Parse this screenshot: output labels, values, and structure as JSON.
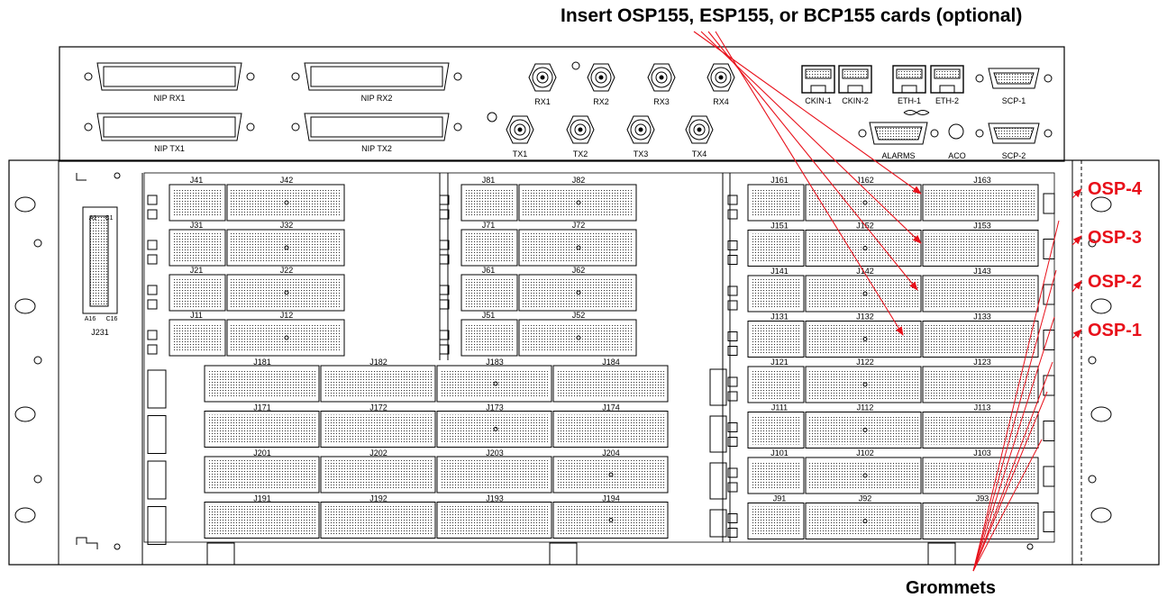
{
  "annotations": {
    "insert_cards": "Insert OSP155, ESP155, or BCP155 cards (optional)",
    "grommets": "Grommets",
    "slots": [
      "OSP-4",
      "OSP-3",
      "OSP-2",
      "OSP-1"
    ]
  },
  "colors": {
    "line": "#000000",
    "annotation": "#e8101a",
    "background": "#ffffff"
  },
  "top_panel": {
    "nip_labels": [
      "NIP RX1",
      "NIP RX2",
      "NIP TX1",
      "NIP TX2"
    ],
    "rx_labels": [
      "RX1",
      "RX2",
      "RX3",
      "RX4"
    ],
    "tx_labels": [
      "TX1",
      "TX2",
      "TX3",
      "TX4"
    ],
    "rj_labels": [
      "CKIN-1",
      "CKIN-2",
      "ETH-1",
      "ETH-2"
    ],
    "scp_labels": [
      "SCP-1",
      "SCP-2"
    ],
    "alarms_label": "ALARMS",
    "aco_label": "ACO"
  },
  "left_connector": {
    "label": "J231",
    "pins": [
      "A1",
      "C1",
      "A16",
      "C16"
    ]
  },
  "slot_groups": {
    "left": [
      [
        "J41",
        "J42"
      ],
      [
        "J31",
        "J32"
      ],
      [
        "J21",
        "J22"
      ],
      [
        "J11",
        "J12"
      ]
    ],
    "middle": [
      [
        "J81",
        "J82"
      ],
      [
        "J71",
        "J72"
      ],
      [
        "J61",
        "J62"
      ],
      [
        "J51",
        "J52"
      ]
    ],
    "right": [
      [
        "J161",
        "J162",
        "J163"
      ],
      [
        "J151",
        "J152",
        "J153"
      ],
      [
        "J141",
        "J142",
        "J143"
      ],
      [
        "J131",
        "J132",
        "J133"
      ],
      [
        "J121",
        "J122",
        "J123"
      ],
      [
        "J111",
        "J112",
        "J113"
      ],
      [
        "J101",
        "J102",
        "J103"
      ],
      [
        "J91",
        "J92",
        "J93"
      ]
    ],
    "wide": [
      [
        "J181",
        "J182",
        "J183",
        "J184"
      ],
      [
        "J171",
        "J172",
        "J173",
        "J174"
      ],
      [
        "J201",
        "J202",
        "J203",
        "J204"
      ],
      [
        "J191",
        "J192",
        "J193",
        "J194"
      ]
    ]
  }
}
